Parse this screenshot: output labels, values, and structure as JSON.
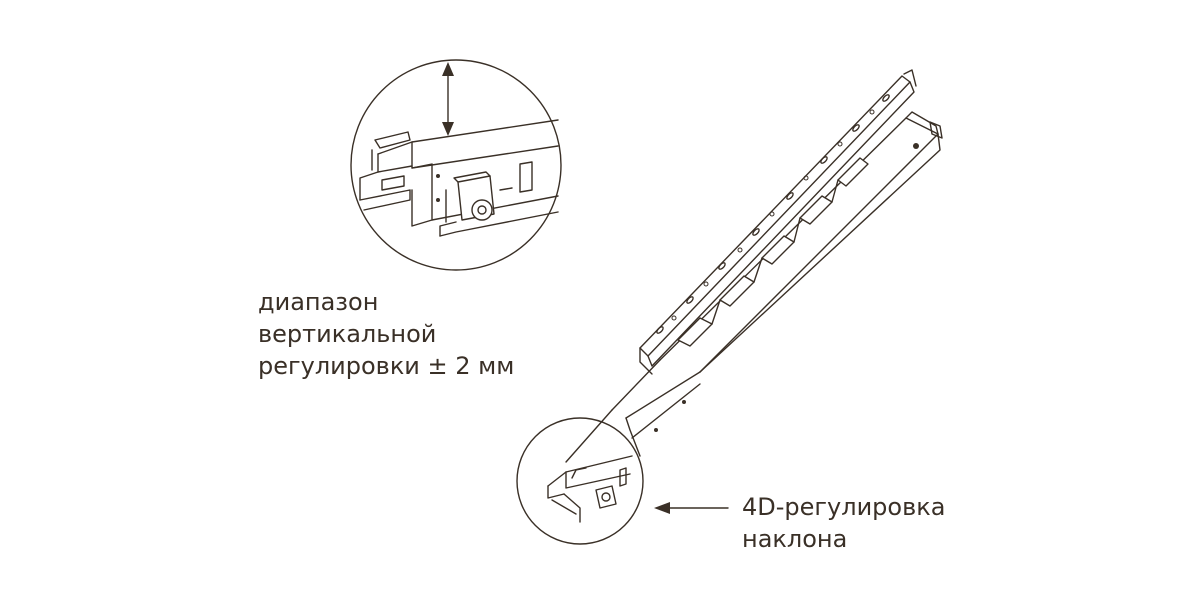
{
  "labels": {
    "vertical_adjustment": {
      "line1": "диапазон",
      "line2": "вертикальной",
      "line3": "регулировки ± 2 мм"
    },
    "tilt_adjustment": {
      "line1": "4D-регулировка",
      "line2": "наклона"
    }
  },
  "colors": {
    "line": "#3a3027",
    "background": "#ffffff"
  },
  "icons": [
    "double-arrow-vertical-icon",
    "arrow-left-icon"
  ]
}
